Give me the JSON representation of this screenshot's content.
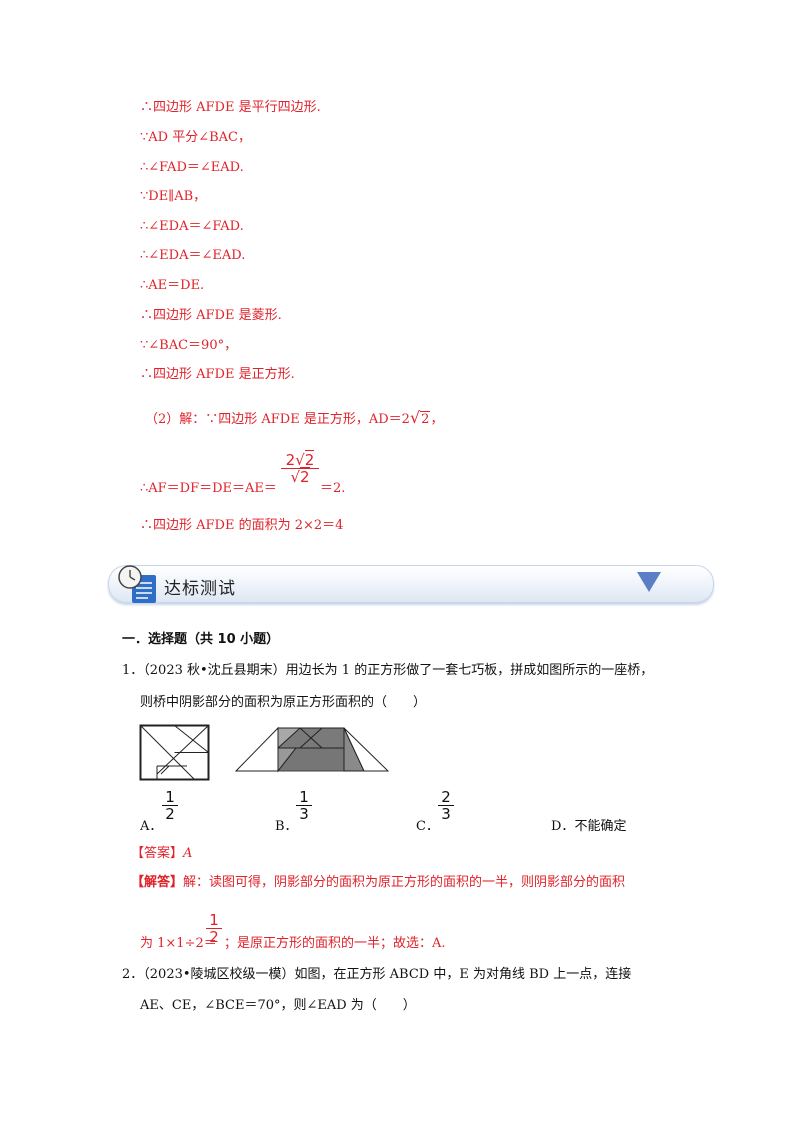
{
  "proof_lines": [
    "∴四边形 AFDE 是平行四边形.",
    "∵AD 平分∠BAC，",
    "∴∠FAD＝∠EAD.",
    "∵DE∥AB，",
    "∴∠EDA＝∠FAD.",
    "∴∠EDA＝∠EAD.",
    "∴AE＝DE.",
    "∴四边形 AFDE 是菱形.",
    "∵∠BAC＝90°，",
    "∴四边形 AFDE 是正方形."
  ],
  "part2": {
    "prefix": "（2）解：∵四边形 AFDE 是正方形，AD＝2",
    "sqrt_symbol": "√",
    "radicand": "2",
    "suffix": "，",
    "line2_prefix": "∴AF＝DF＝DE＝AE＝",
    "frac_num_coef": "2",
    "frac_num_radicand": "2",
    "frac_den_radicand": "2",
    "line2_suffix": "＝2.",
    "line3": "∴四边形 AFDE 的面积为 2×2＝4"
  },
  "banner": {
    "title": "达标测试",
    "colors": {
      "triangle": "#5b7fc7",
      "band_border": "#c7d5e8"
    }
  },
  "section_heading": "一．选择题（共 10 小题）",
  "q1": {
    "number": "1．",
    "stem_line1": "（2023 秋•沈丘县期末）用边长为 1 的正方形做了一套七巧板，拼成如图所示的一座桥，",
    "stem_line2": "则桥中阴影部分的面积为原正方形面积的（　　）",
    "options": [
      {
        "letter": "A．",
        "num": "1",
        "den": "2"
      },
      {
        "letter": "B．",
        "num": "1",
        "den": "3"
      },
      {
        "letter": "C．",
        "num": "2",
        "den": "3"
      },
      {
        "letter": "D．",
        "text": "不能确定"
      }
    ],
    "answer_tag": "【答案】",
    "answer_value": "A",
    "analysis_tag": "【解答】",
    "analysis_line1": "解：读图可得，阴影部分的面积为原正方形的面积的一半，则阴影部分的面积",
    "analysis_line2_prefix": "为 1×1÷2＝",
    "analysis_frac_num": "1",
    "analysis_frac_den": "2",
    "analysis_line2_suffix": "；是原正方形的面积的一半；故选：A."
  },
  "q2": {
    "number": "2．",
    "stem_line1": "（2023•陵城区校级一模）如图，在正方形 ABCD 中，E 为对角线 BD 上一点，连接",
    "stem_line2": "AE、CE，∠BCE＝70°，则∠EAD 为（　　）"
  }
}
